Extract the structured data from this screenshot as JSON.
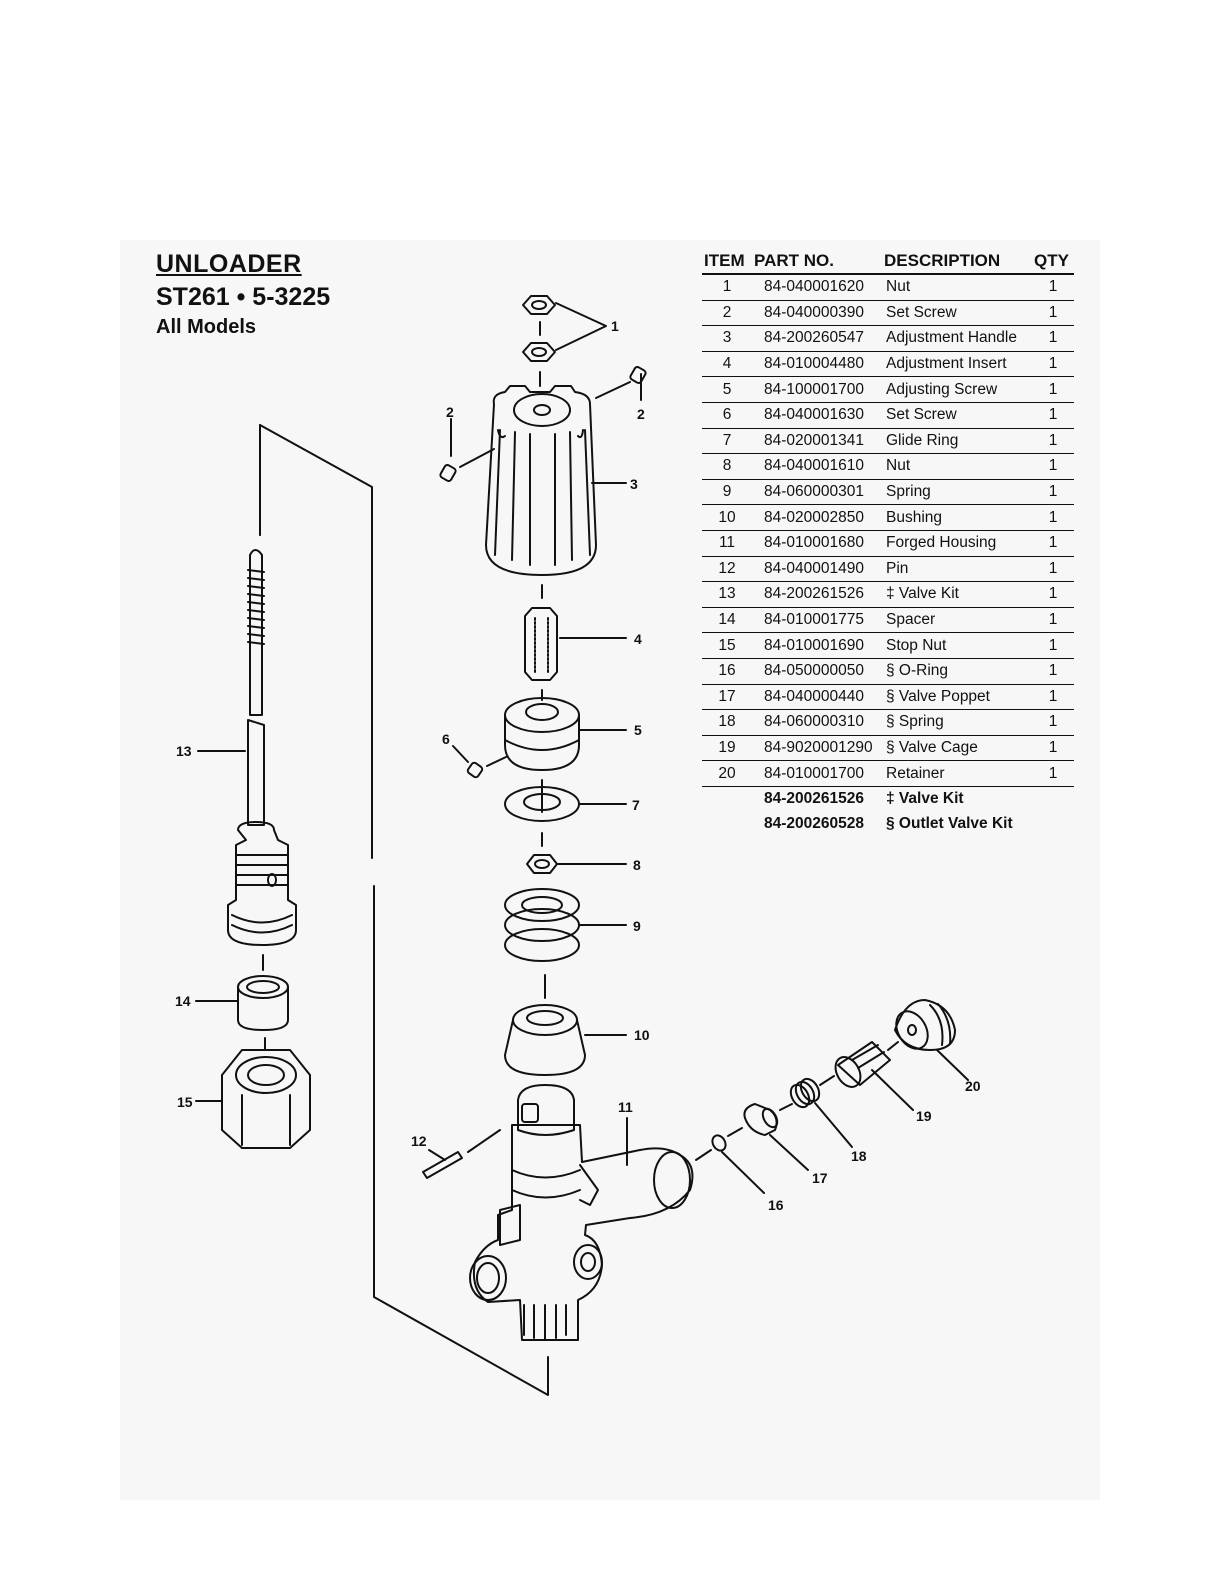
{
  "title": {
    "heading": "UNLOADER",
    "model": "ST261 • 5-3225",
    "subtitle": "All Models"
  },
  "diagram_callouts": [
    "1",
    "2",
    "2",
    "3",
    "4",
    "5",
    "6",
    "7",
    "8",
    "9",
    "10",
    "11",
    "12",
    "13",
    "14",
    "15",
    "16",
    "17",
    "18",
    "19",
    "20"
  ],
  "table": {
    "headers": {
      "item": "ITEM",
      "part_no": "PART NO.",
      "description": "DESCRIPTION",
      "qty": "QTY"
    },
    "rows": [
      {
        "item": "1",
        "part_no": "84-040001620",
        "description": "Nut",
        "qty": "1"
      },
      {
        "item": "2",
        "part_no": "84-040000390",
        "description": "Set Screw",
        "qty": "1"
      },
      {
        "item": "3",
        "part_no": "84-200260547",
        "description": "Adjustment Handle",
        "qty": "1"
      },
      {
        "item": "4",
        "part_no": "84-010004480",
        "description": "Adjustment Insert",
        "qty": "1"
      },
      {
        "item": "5",
        "part_no": "84-100001700",
        "description": "Adjusting Screw",
        "qty": "1"
      },
      {
        "item": "6",
        "part_no": "84-040001630",
        "description": "Set Screw",
        "qty": "1"
      },
      {
        "item": "7",
        "part_no": "84-020001341",
        "description": "Glide Ring",
        "qty": "1"
      },
      {
        "item": "8",
        "part_no": "84-040001610",
        "description": "Nut",
        "qty": "1"
      },
      {
        "item": "9",
        "part_no": "84-060000301",
        "description": "Spring",
        "qty": "1"
      },
      {
        "item": "10",
        "part_no": "84-020002850",
        "description": "Bushing",
        "qty": "1"
      },
      {
        "item": "11",
        "part_no": "84-010001680",
        "description": "Forged Housing",
        "qty": "1"
      },
      {
        "item": "12",
        "part_no": "84-040001490",
        "description": "Pin",
        "qty": "1"
      },
      {
        "item": "13",
        "part_no": "84-200261526",
        "description": "‡ Valve Kit",
        "qty": "1"
      },
      {
        "item": "14",
        "part_no": "84-010001775",
        "description": "Spacer",
        "qty": "1"
      },
      {
        "item": "15",
        "part_no": "84-010001690",
        "description": "Stop Nut",
        "qty": "1"
      },
      {
        "item": "16",
        "part_no": "84-050000050",
        "description": "§ O-Ring",
        "qty": "1"
      },
      {
        "item": "17",
        "part_no": "84-040000440",
        "description": "§ Valve Poppet",
        "qty": "1"
      },
      {
        "item": "18",
        "part_no": "84-060000310",
        "description": "§ Spring",
        "qty": "1"
      },
      {
        "item": "19",
        "part_no": "84-9020001290",
        "description": "§ Valve Cage",
        "qty": "1"
      },
      {
        "item": "20",
        "part_no": "84-010001700",
        "description": "Retainer",
        "qty": "1"
      }
    ],
    "kits": [
      {
        "part_no": "84-200261526",
        "description": "‡ Valve Kit"
      },
      {
        "part_no": "84-200260528",
        "description": "§ Outlet Valve Kit"
      }
    ]
  }
}
